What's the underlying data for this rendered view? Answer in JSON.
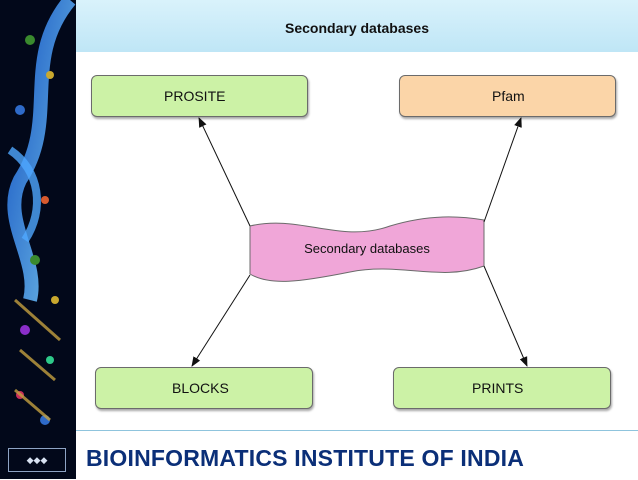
{
  "title": "Secondary databases",
  "center": {
    "label": "Secondary databases",
    "color": "#f0a6d8"
  },
  "nodes": {
    "prosite": {
      "label": "PROSITE",
      "color": "#ccf2a6"
    },
    "pfam": {
      "label": "Pfam",
      "color": "#fbd5a8"
    },
    "blocks": {
      "label": "BLOCKS",
      "color": "#ccf2a6"
    },
    "prints": {
      "label": "PRINTS",
      "color": "#ccf2a6"
    }
  },
  "footer": {
    "text": "BIOINFORMATICS INSTITUTE OF  INDIA",
    "color": "#0b2f78"
  },
  "decoration": {
    "side_strip": "dna-helix-image",
    "side_logo": "institute-logo"
  }
}
